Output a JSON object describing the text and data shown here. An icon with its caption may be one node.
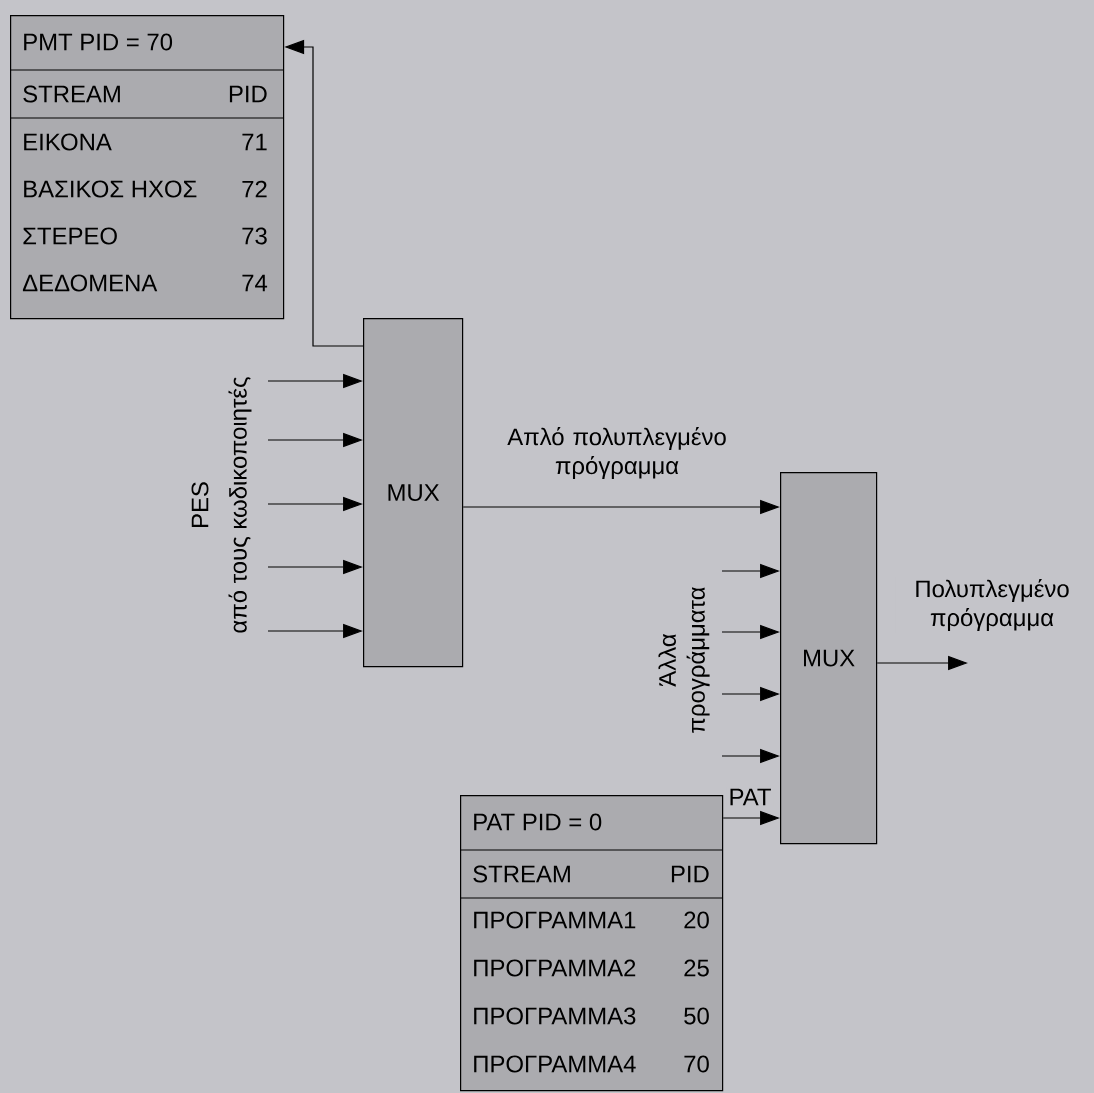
{
  "diagram": {
    "nodes": [
      {
        "text": [
          "PMT PID = 70",
          "STREAM",
          "PID",
          "ΕΙΚΟΝΑ",
          "71",
          "ΒΑΣΙΚΟΣ ΗΧΟΣ",
          "72",
          "ΣΤΕΡΕΟ",
          "73",
          "ΔΕΔΟΜΕΝΑ",
          "74"
        ]
      },
      {
        "text": [
          "MUX"
        ]
      },
      {
        "text": [
          "MUX"
        ]
      },
      {
        "text": [
          "PAT PID = 0",
          "STREAM",
          "PID",
          "ΠΡΟΓΡΑΜΜΑ1",
          "20",
          "ΠΡΟΓΡΑΜΜΑ2",
          "25",
          "ΠΡΟΓΡΑΜΜΑ3",
          "50",
          "ΠΡΟΓΡΑΜΜΑ4",
          "70"
        ]
      }
    ],
    "edges": [
      {
        "from": null,
        "to": 1,
        "arrow": "to"
      },
      {
        "from": null,
        "to": 1,
        "arrow": "to"
      },
      {
        "from": null,
        "to": 1,
        "arrow": "to"
      },
      {
        "from": null,
        "to": 1,
        "arrow": "to"
      },
      {
        "from": null,
        "to": 1,
        "arrow": "to"
      },
      {
        "from": 1,
        "to": 0,
        "arrow": "to"
      },
      {
        "from": 1,
        "to": 2,
        "arrow": "to",
        "label": "Απλό πολυπλεγμένο πρόγραμμα"
      },
      {
        "from": null,
        "to": 2,
        "arrow": "to"
      },
      {
        "from": null,
        "to": 2,
        "arrow": "to"
      },
      {
        "from": null,
        "to": 2,
        "arrow": "to"
      },
      {
        "from": null,
        "to": 2,
        "arrow": "to"
      },
      {
        "from": 3,
        "to": 2,
        "arrow": "to",
        "label": "PAT"
      },
      {
        "from": 2,
        "to": null,
        "arrow": "to",
        "label": "Πολυπλεγμένο πρόγραμμα"
      }
    ],
    "labels": [
      "PES",
      "από τους κωδικοποιητές",
      "Άλλα προγράμματα"
    ]
  }
}
